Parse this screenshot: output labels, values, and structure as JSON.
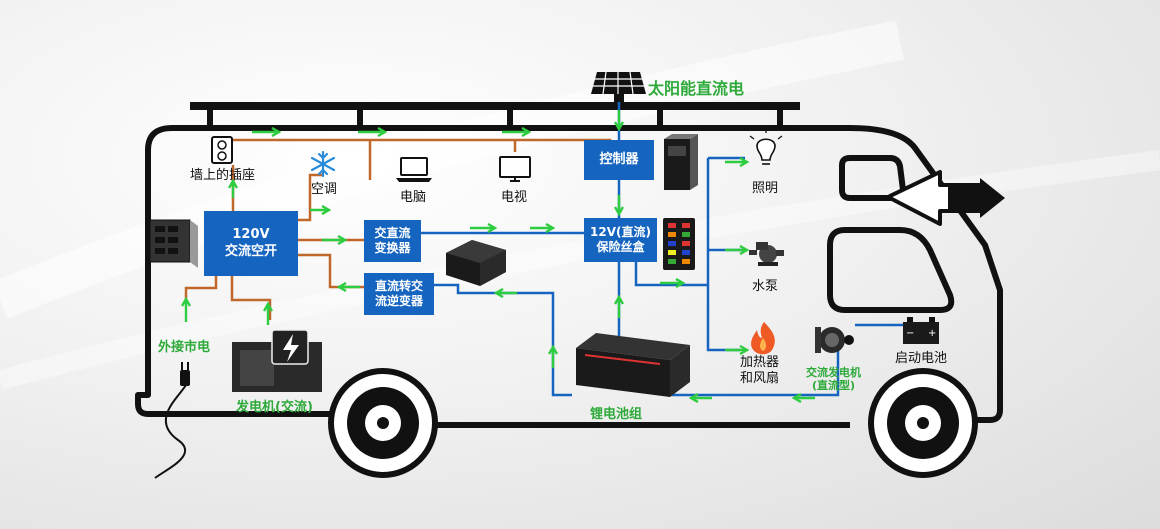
{
  "title": "太阳能直流电",
  "boxes": {
    "main_breaker": "120V\n交流空开",
    "ac_dc_converter": "交直流\n变换器",
    "inverter": "直流转交\n流逆变器",
    "controller": "控制器",
    "fuse_box": "12V(直流)\n保险丝盒"
  },
  "labels": {
    "wall_outlet": "墙上的插座",
    "air_con": "空调",
    "computer": "电脑",
    "tv": "电视",
    "lighting": "照明",
    "water_pump": "水泵",
    "heater_fan": "加热器\n和风扇",
    "starter_battery": "启动电池",
    "shore_power": "外接市电",
    "generator": "发电机(交流)",
    "lithium_battery": "锂电池组",
    "alternator": "交流发电机\n(直流型)"
  },
  "colors": {
    "ac_wire": "#c0672a",
    "dc_wire": "#1565c0",
    "flow_arrow": "#2ecc40",
    "box_fill": "#1565c0",
    "label_green": "#2eaa3a"
  }
}
